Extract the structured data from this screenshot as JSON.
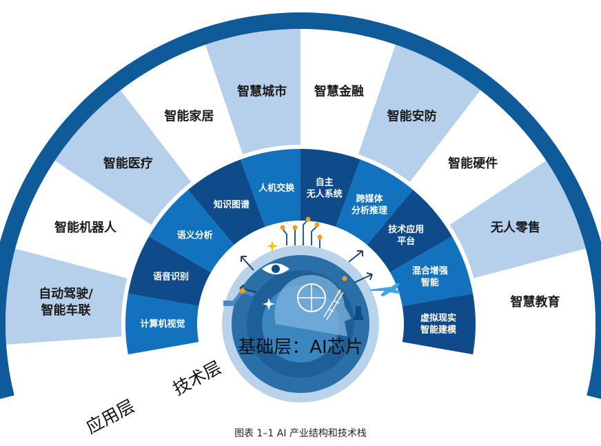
{
  "caption": "图表 1–1 AI 产业结构和技术栈",
  "base_layer": {
    "label": "基础层：AI芯片"
  },
  "tech_layer": {
    "ring_label": "技术层",
    "items": [
      "计算机视觉",
      "语音识别",
      "语义分析",
      "知识图谱",
      "人机交换",
      "自主\n无人系统",
      "跨媒体\n分析推理",
      "技术应用\n平台",
      "混合增强\n智能",
      "虚拟现实\n智能建模"
    ]
  },
  "app_layer": {
    "ring_label": "应用层",
    "items": [
      "自动驾驶/\n智能车联",
      "智能机器人",
      "智能医疗",
      "智能家居",
      "智慧城市",
      "智慧金融",
      "智能安防",
      "智能硬件",
      "无人零售",
      "智慧教育"
    ]
  },
  "colors": {
    "outer_ring": "#0f5a99",
    "app_light": "#b6cfeb",
    "app_white": "#ffffff",
    "tech_dark": "#0f4a8a",
    "tech_mid": "#1372bd",
    "base_bg": "#2a6fa8"
  }
}
